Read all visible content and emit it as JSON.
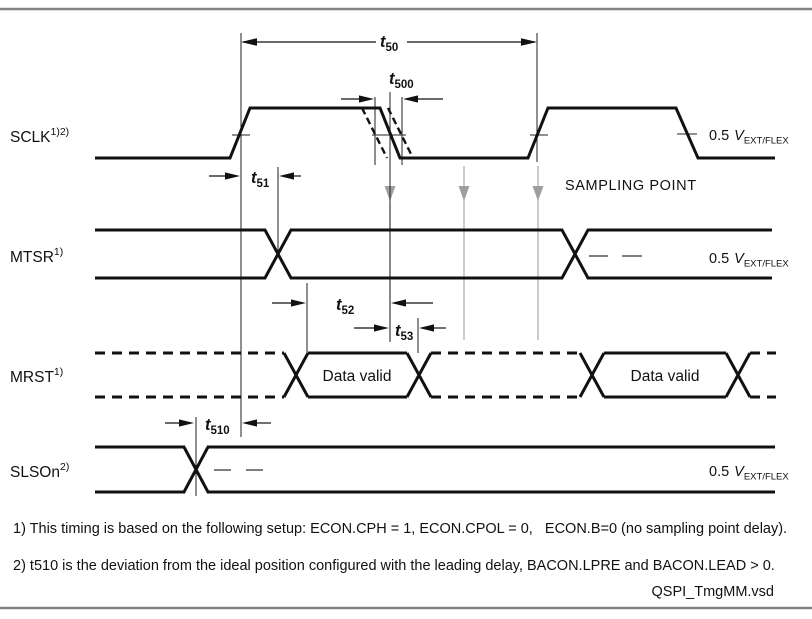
{
  "diagram": {
    "kind": "QSPI master mode timing diagram",
    "file_label": "QSPI_TmgMM.vsd"
  },
  "signals": [
    {
      "name": "SCLK",
      "sup": "1)2)"
    },
    {
      "name": "MTSR",
      "sup": "1)"
    },
    {
      "name": "MRST",
      "sup": "1)"
    },
    {
      "name": "SLSOn",
      "sup": "2)"
    }
  ],
  "ref_level": {
    "value": "0.5",
    "symbol": "V",
    "sub": "EXT/FLEX"
  },
  "timing_params": {
    "t50": {
      "base": "t",
      "sub": "50"
    },
    "t500": {
      "base": "t",
      "sub": "500"
    },
    "t51": {
      "base": "t",
      "sub": "51"
    },
    "t52": {
      "base": "t",
      "sub": "52"
    },
    "t53": {
      "base": "t",
      "sub": "53"
    },
    "t510": {
      "base": "t",
      "sub": "510"
    }
  },
  "annotations": {
    "sampling_point": "SAMPLING POINT",
    "data_valid": "Data valid"
  },
  "footnotes": [
    "1) This timing is based on the following setup: ECON.CPH = 1, ECON.CPOL = 0,   ECON.B=0 (no sampling point delay).",
    "2) t510 is the deviation from the ideal position configured with the leading delay, BACON.LPRE and BACON.LEAD > 0."
  ],
  "colors": {
    "waveform": "#111111",
    "gray_marker": "#ababab",
    "sampling_text": "#9e9e9e",
    "frame_border": "#828282"
  }
}
